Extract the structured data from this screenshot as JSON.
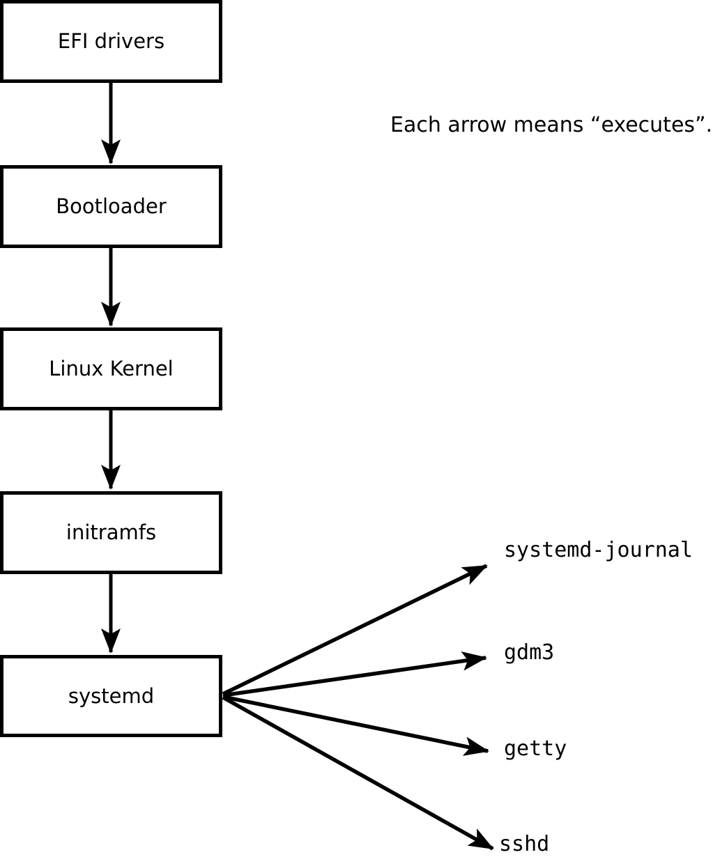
{
  "diagram": {
    "annotation": "Each arrow means “executes”.",
    "edge_meaning": "executes",
    "chain": [
      {
        "id": "efi-drivers",
        "label": "EFI drivers"
      },
      {
        "id": "bootloader",
        "label": "Bootloader"
      },
      {
        "id": "linux-kernel",
        "label": "Linux Kernel"
      },
      {
        "id": "initramfs",
        "label": "initramfs"
      },
      {
        "id": "systemd",
        "label": "systemd"
      }
    ],
    "spawned": [
      {
        "id": "systemd-journal",
        "label": "systemd-journal"
      },
      {
        "id": "gdm3",
        "label": "gdm3"
      },
      {
        "id": "getty",
        "label": "getty"
      },
      {
        "id": "sshd",
        "label": "sshd"
      }
    ],
    "edges": [
      {
        "from": "EFI drivers",
        "to": "Bootloader"
      },
      {
        "from": "Bootloader",
        "to": "Linux Kernel"
      },
      {
        "from": "Linux Kernel",
        "to": "initramfs"
      },
      {
        "from": "initramfs",
        "to": "systemd"
      },
      {
        "from": "systemd",
        "to": "systemd-journal"
      },
      {
        "from": "systemd",
        "to": "gdm3"
      },
      {
        "from": "systemd",
        "to": "getty"
      },
      {
        "from": "systemd",
        "to": "sshd"
      }
    ],
    "colors": {
      "stroke": "#000000",
      "box_fill": "#ffffff",
      "background": "#ffffff"
    }
  }
}
